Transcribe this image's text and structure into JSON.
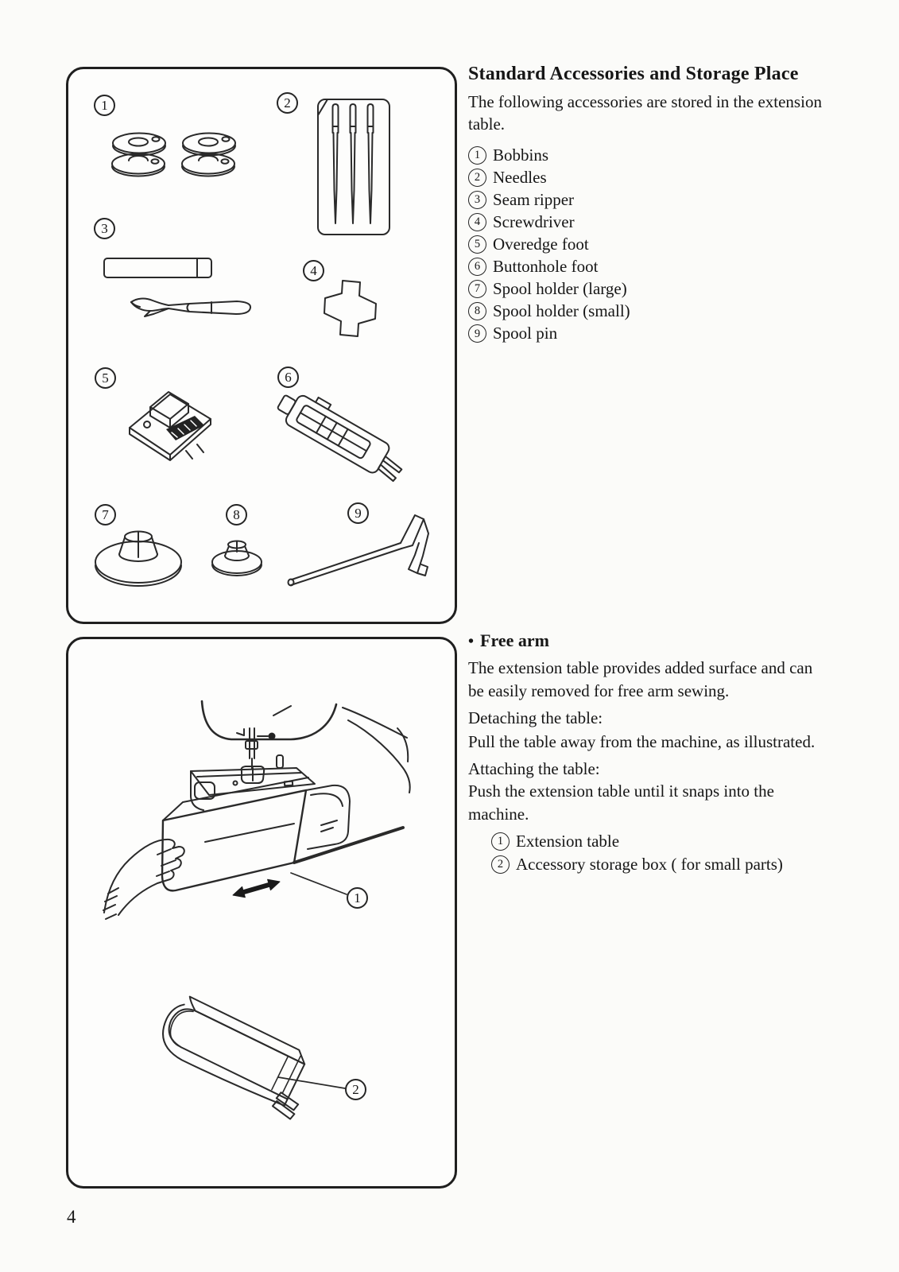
{
  "page_number": "4",
  "accessories": {
    "title": "Standard Accessories and Storage Place",
    "intro": "The following accessories are stored in the extension\ntable.",
    "items": [
      {
        "num": "1",
        "label": "Bobbins"
      },
      {
        "num": "2",
        "label": "Needles"
      },
      {
        "num": "3",
        "label": "Seam ripper"
      },
      {
        "num": "4",
        "label": "Screwdriver"
      },
      {
        "num": "5",
        "label": "Overedge foot"
      },
      {
        "num": "6",
        "label": "Buttonhole foot"
      },
      {
        "num": "7",
        "label": "Spool holder (large)"
      },
      {
        "num": "8",
        "label": "Spool holder (small)"
      },
      {
        "num": "9",
        "label": "Spool pin"
      }
    ]
  },
  "free_arm": {
    "bullet": "•",
    "heading": "Free arm",
    "para": "The extension table provides added surface and can\nbe easily removed for free arm sewing.",
    "detach_heading": "Detaching the table:",
    "detach_body": "Pull the table away from the machine, as illustrated.",
    "attach_heading": "Attaching the table:",
    "attach_body": "Push the extension table until it snaps into the\nmachine.",
    "callouts": [
      {
        "num": "1",
        "label": "Extension table"
      },
      {
        "num": "2",
        "label": "Accessory storage box ( for small parts)"
      }
    ]
  },
  "figure1_labels": [
    "1",
    "2",
    "3",
    "4",
    "5",
    "6",
    "7",
    "8",
    "9"
  ],
  "figure2_labels": [
    "1",
    "2"
  ]
}
